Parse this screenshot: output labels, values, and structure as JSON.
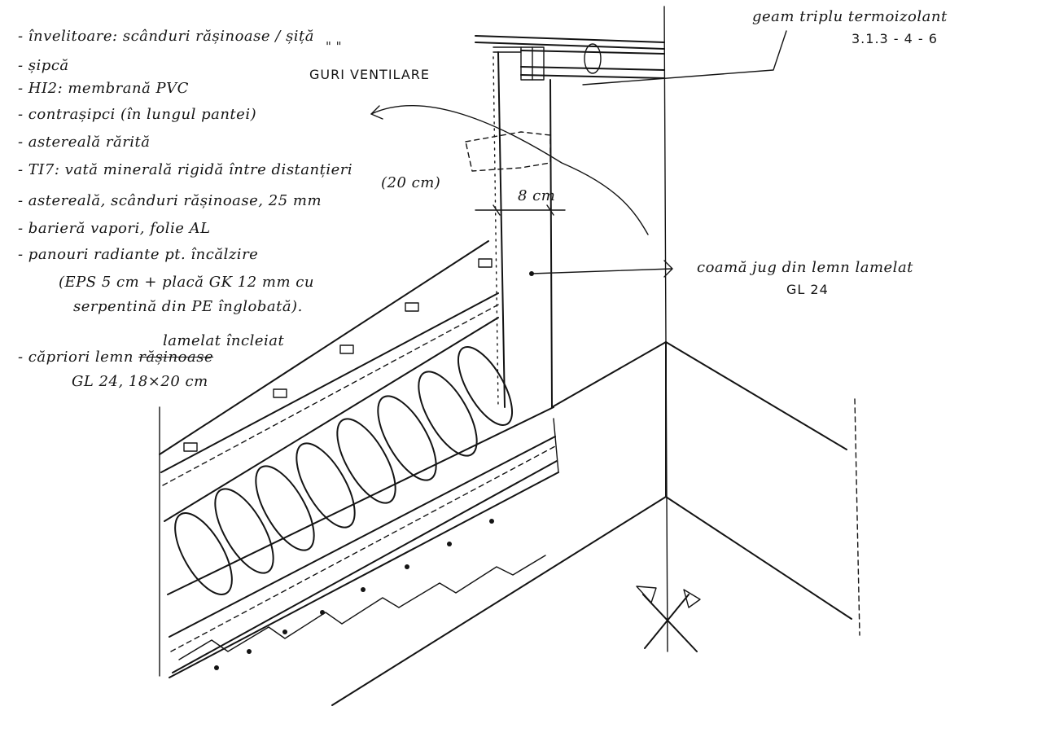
{
  "annotations": {
    "layers": [
      "- învelitoare: scânduri rășinoase / șiță",
      "- șipcă",
      "- HI2: membrană PVC",
      "- contrașipci (în lungul pantei)",
      "- astereală rărită",
      "- TI7: vată minerală rigidă între distanțieri",
      "(20 cm)",
      "- astereală, scânduri rășinoase, 25 mm",
      "- barieră vapori, folie AL",
      "- panouri radiante pt. încălzire",
      "(EPS 5 cm + placă GK 12 mm cu",
      "serpentină din PE înglobată)."
    ],
    "rafter_note_line1": "- căpriori lemn",
    "rafter_struck_word": "rășinoase",
    "rafter_inserted_word": "lamelat încleiat",
    "rafter_note_line2": "GL 24, 18×20 cm",
    "ditto": "\" \"",
    "vents": "GURI VENTILARE",
    "glazing_line1": "geam triplu termoizolant",
    "glazing_line2": "3.1.3 - 4 - 6",
    "dimension": "8 cm",
    "ridge_beam_line1": "coamă jug din lemn lamelat",
    "ridge_beam_line2": "GL 24"
  }
}
